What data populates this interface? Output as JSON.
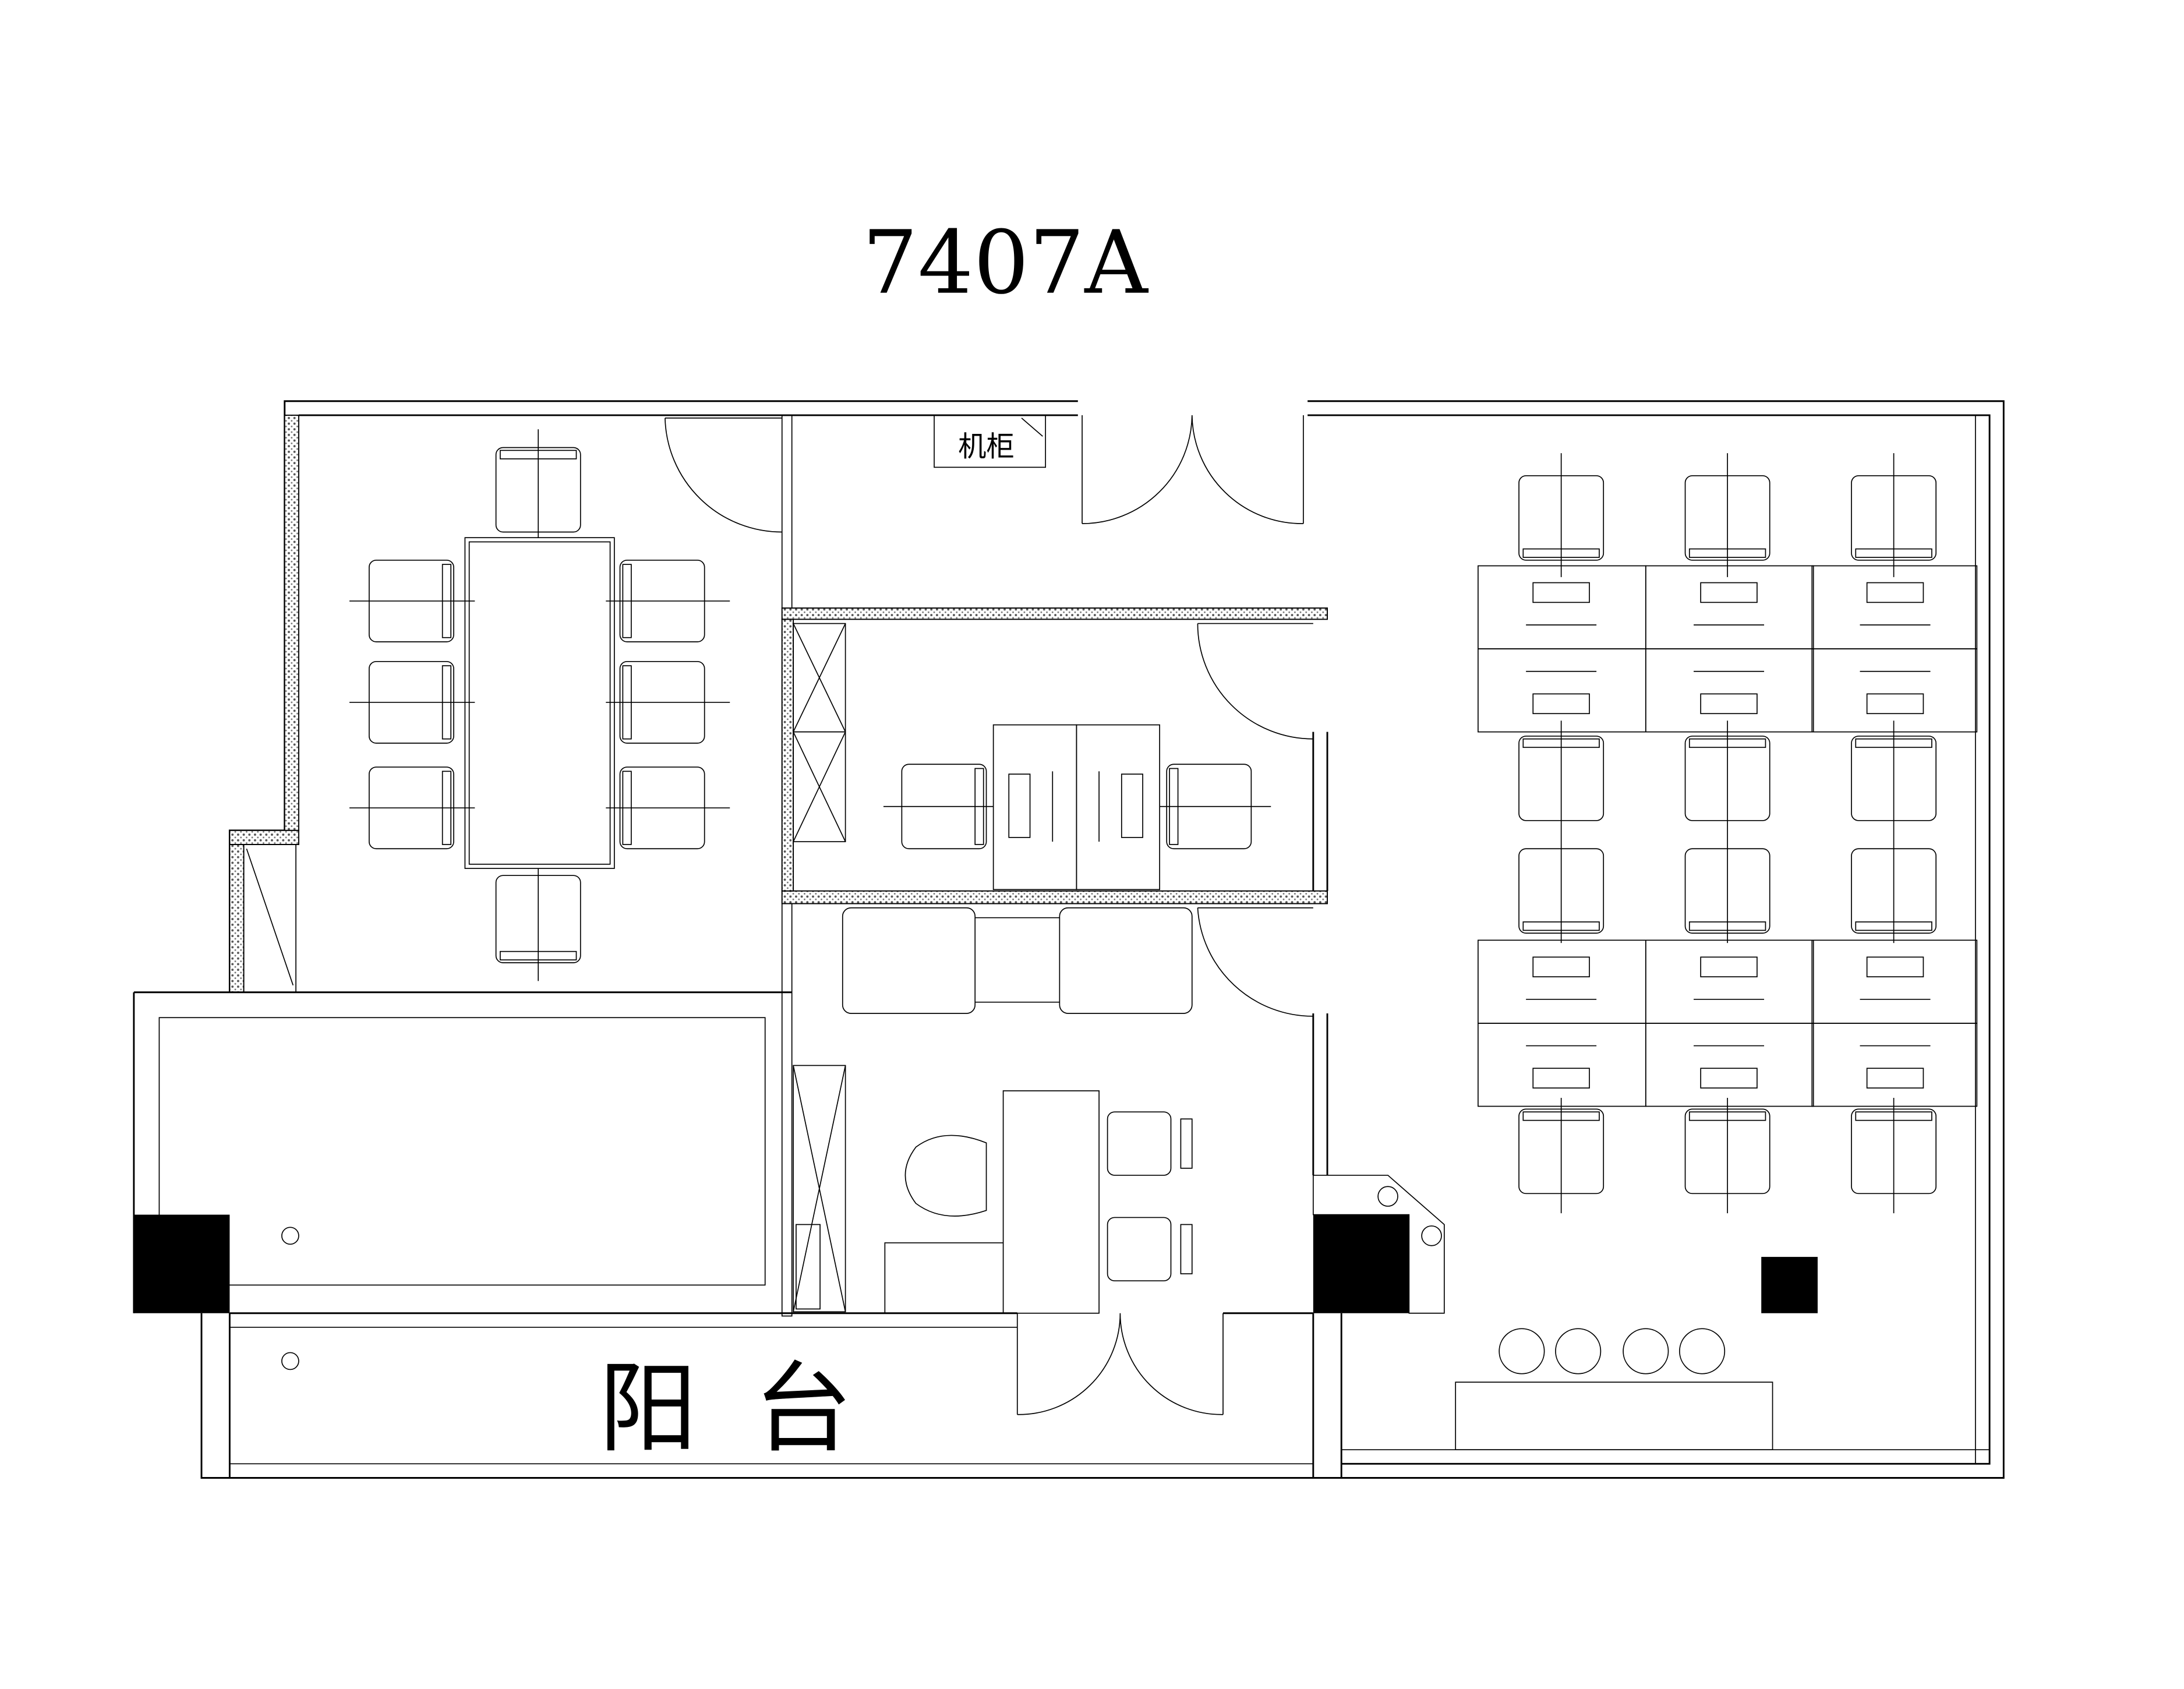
{
  "title": "7407A",
  "labels": {
    "cabinet": "机柜",
    "balcony": "阳台"
  }
}
